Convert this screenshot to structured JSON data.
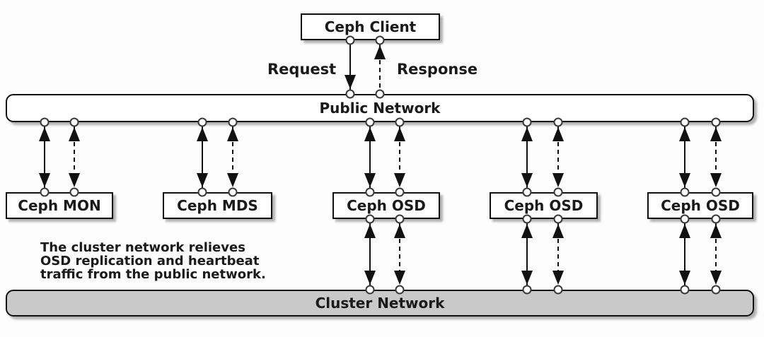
{
  "diagram": {
    "client": {
      "label": "Ceph Client"
    },
    "edge_labels": {
      "request": "Request",
      "response": "Response"
    },
    "public_network": {
      "label": "Public Network"
    },
    "cluster_network": {
      "label": "Cluster Network"
    },
    "servers": [
      {
        "label": "Ceph MON"
      },
      {
        "label": "Ceph MDS"
      },
      {
        "label": "Ceph OSD"
      },
      {
        "label": "Ceph OSD"
      },
      {
        "label": "Ceph OSD"
      }
    ],
    "annotation": {
      "lines": [
        "The cluster network relieves",
        "OSD replication and heartbeat",
        "traffic from the public network."
      ]
    },
    "colors": {
      "stroke": "#111111",
      "box_fill": "#ffffff",
      "cluster_fill": "#c9c9c9",
      "port_fill": "#ffffff",
      "port_stroke": "#3a3a3a"
    }
  }
}
